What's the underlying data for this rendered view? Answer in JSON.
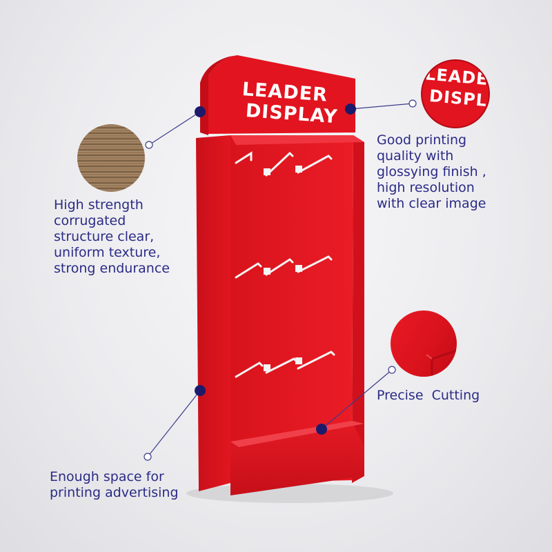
{
  "header": {
    "line1": "LEADER",
    "line2": "DISPLAY"
  },
  "zoom_print": {
    "line1": "LEADER",
    "line2": "DISPLAY"
  },
  "callouts": {
    "strength": [
      "High strength",
      "corrugated",
      "structure clear,",
      "uniform texture,",
      "strong endurance"
    ],
    "printing": [
      "Good printing",
      "quality with",
      "glossying finish ,",
      "high resolution",
      "with clear image"
    ],
    "cutting": [
      "Precise  Cutting"
    ],
    "space": [
      "Enough space for",
      "printing advertising"
    ]
  },
  "colors": {
    "display_red": "#e2141f",
    "caption_blue": "#2a2a86",
    "dot_navy": "#1d1a6b",
    "hook_white": "#f4f4f4"
  },
  "icons": {
    "callout_dot": "filled-circle",
    "callout_end": "hollow-circle"
  }
}
